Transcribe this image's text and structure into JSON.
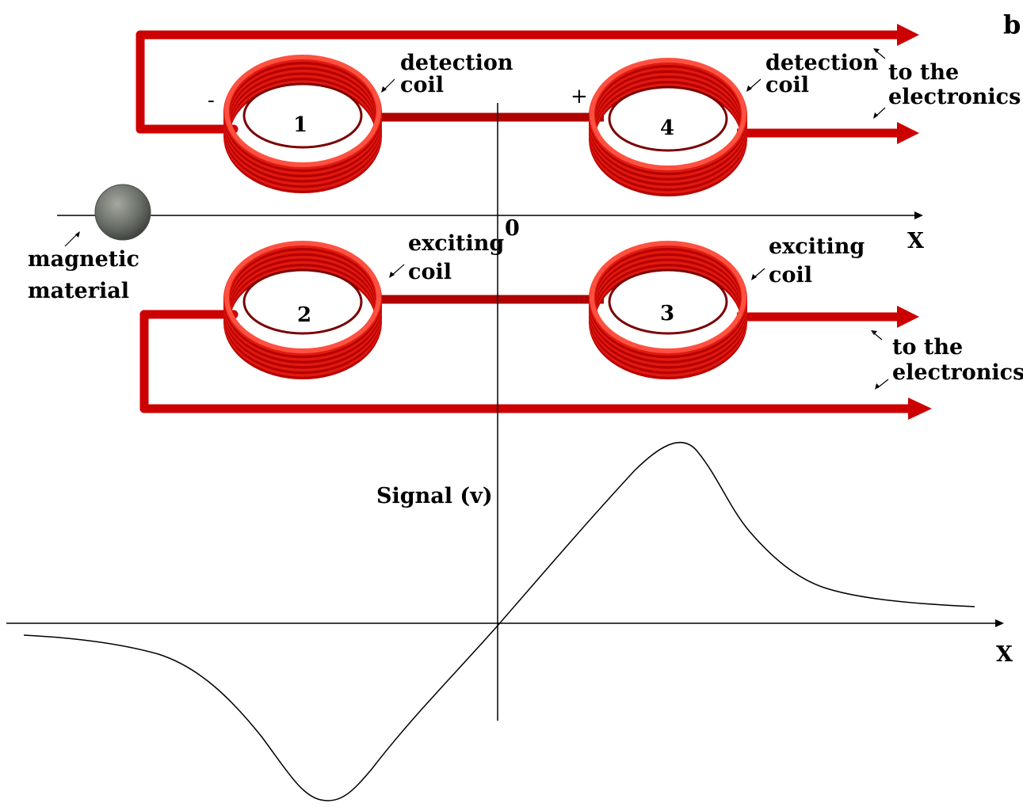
{
  "figure": {
    "panel_label": "b",
    "coils": [
      {
        "number": "1",
        "role": "detection",
        "sign": "-"
      },
      {
        "number": "4",
        "role": "detection",
        "sign": "+"
      },
      {
        "number": "2",
        "role": "exciting"
      },
      {
        "number": "3",
        "role": "exciting"
      }
    ],
    "labels": {
      "detection_coil_left": [
        "detection",
        "coil"
      ],
      "detection_coil_right": [
        "detection",
        "coil"
      ],
      "exciting_coil_left": [
        "exciting",
        "coil"
      ],
      "exciting_coil_right": [
        "exciting",
        "coil"
      ],
      "to_electronics_top": [
        "to the",
        "electronics"
      ],
      "to_electronics_bottom": [
        "to the",
        "electronics"
      ],
      "magnetic_material": [
        "magnetic",
        "material"
      ],
      "origin": "0",
      "x_axis_top": "X",
      "x_axis_bottom": "X",
      "signal_axis": "Signal (v)"
    },
    "colors": {
      "wire": "#cc0000",
      "coil_dark": "#8a0000",
      "coil_light": "#ff6a5a",
      "sphere": "#6a6e68",
      "axis": "#000000"
    },
    "signal_curve": {
      "description_shape": "antisymmetric response: negative minimum left of origin, zero at origin, positive maximum right of origin, decaying tails"
    }
  }
}
